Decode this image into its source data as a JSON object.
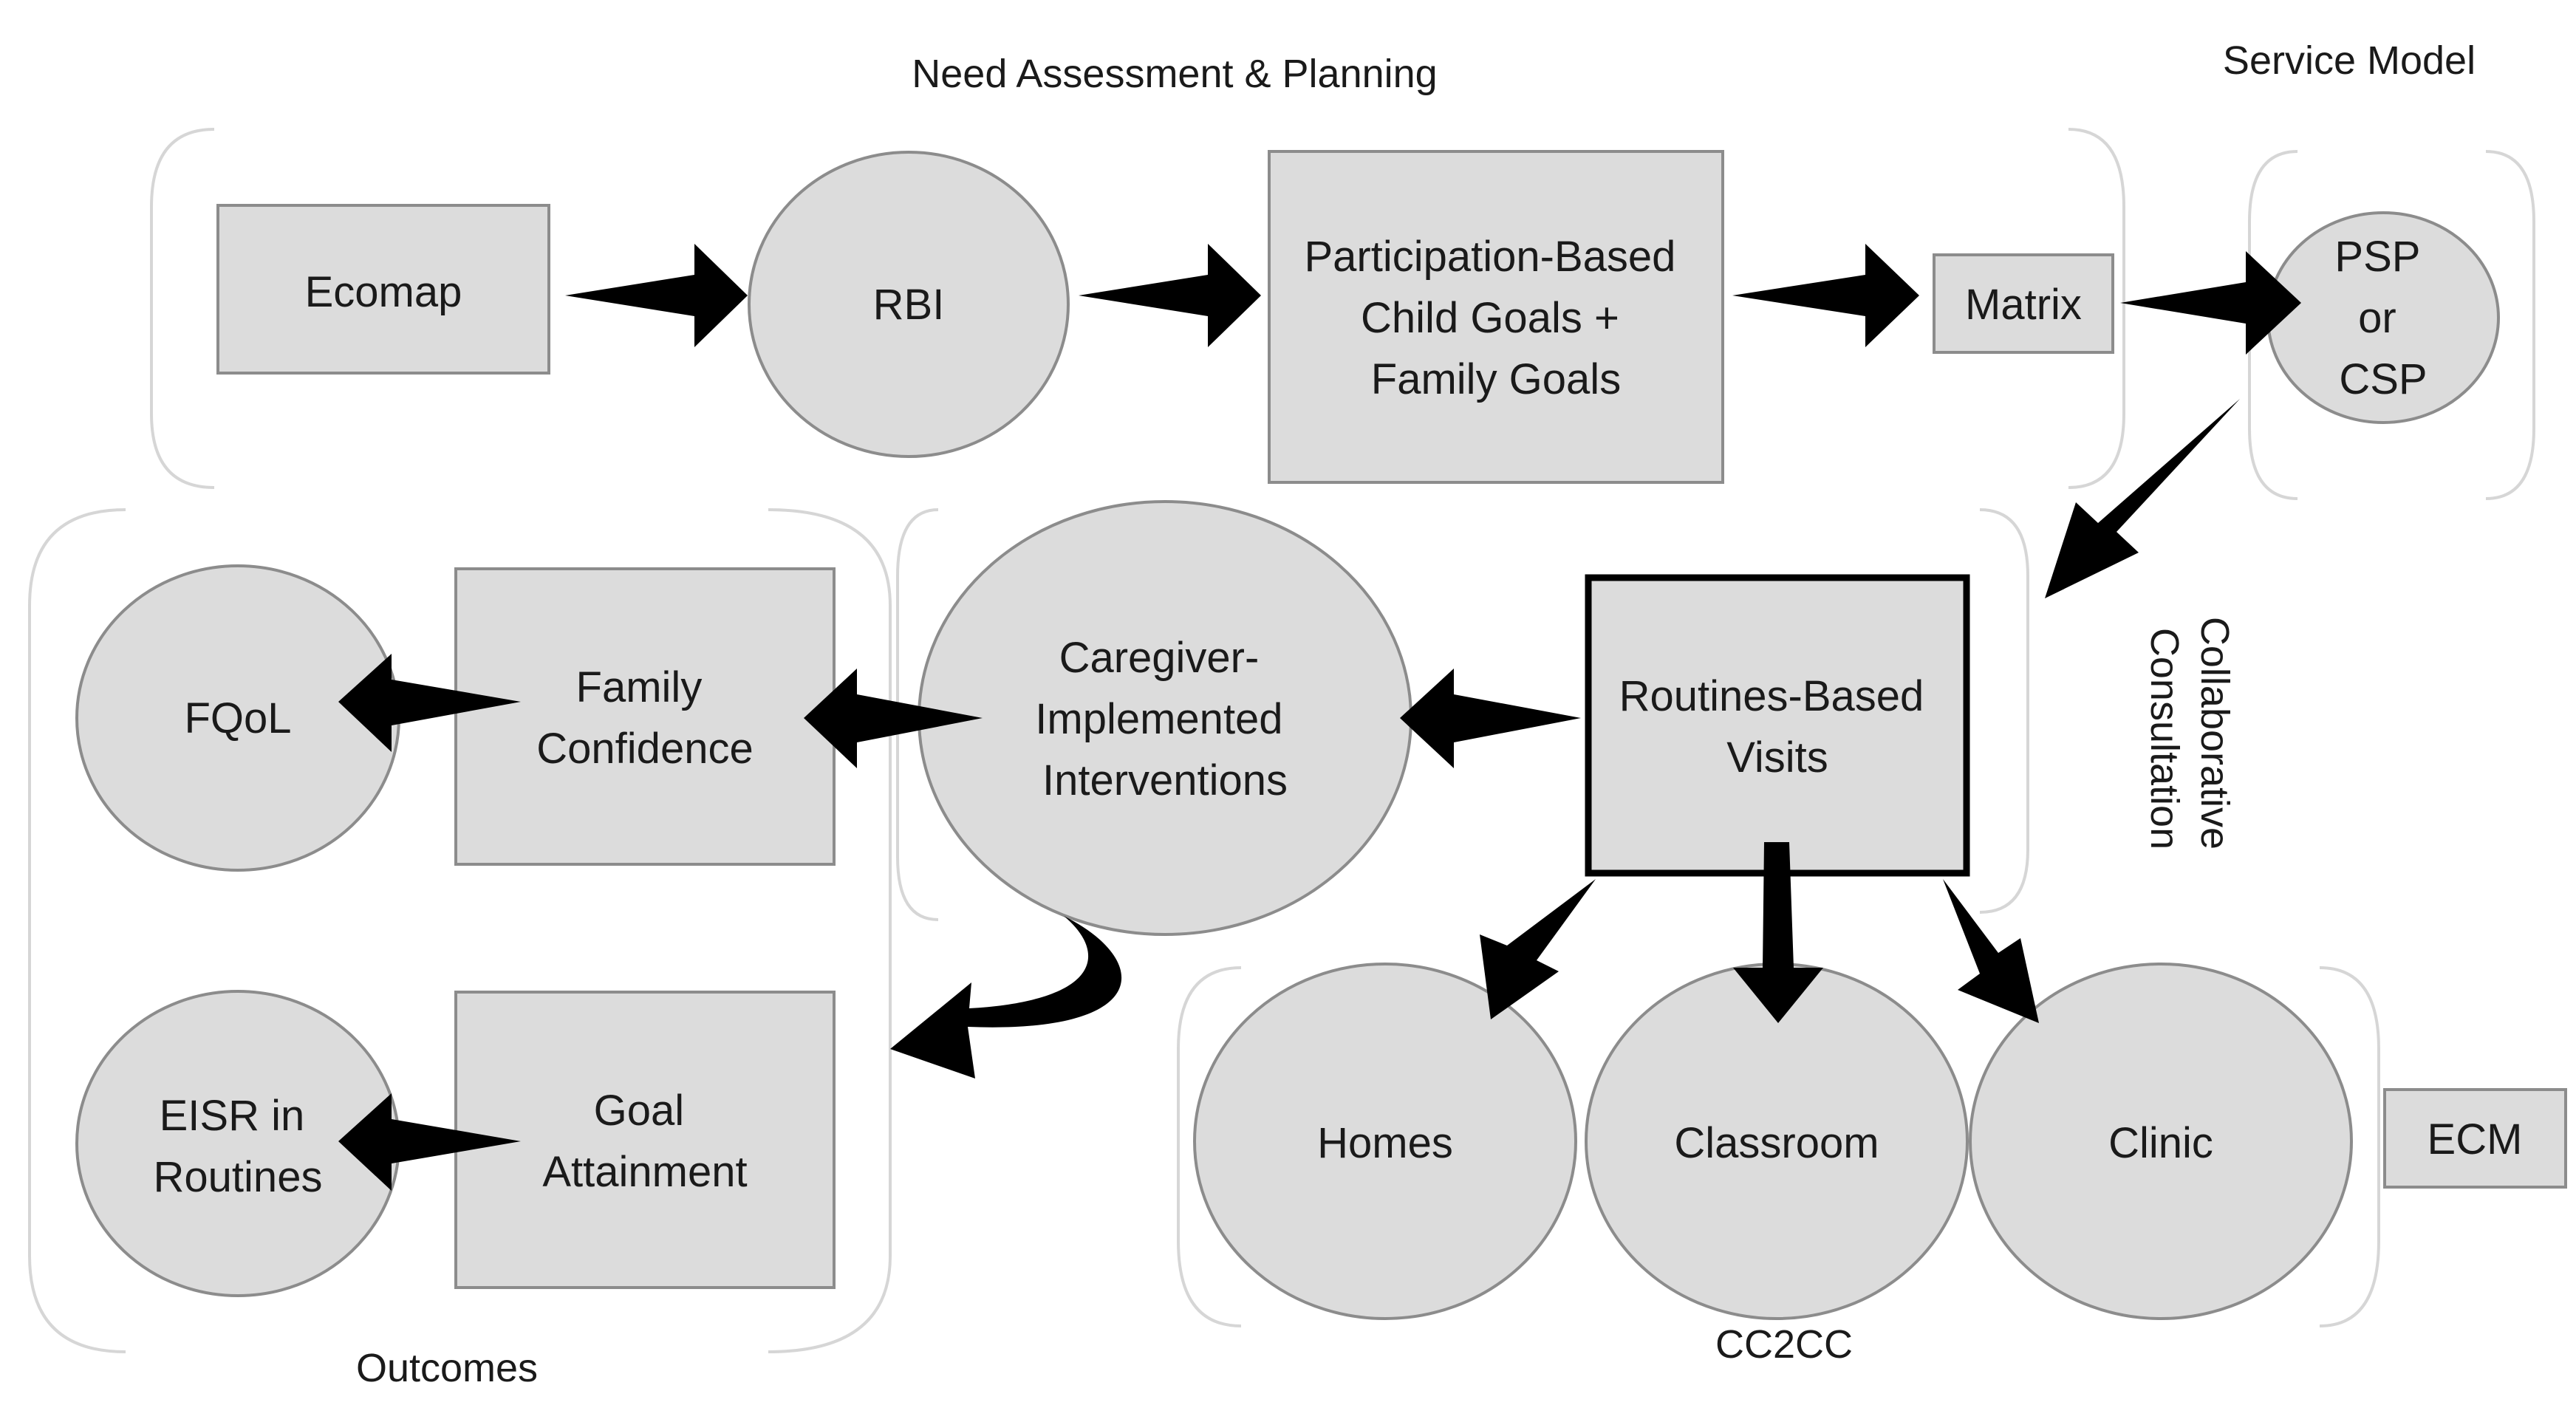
{
  "groups": {
    "need_assessment": "Need Assessment & Planning",
    "service_model": "Service Model",
    "outcomes": "Outcomes",
    "cc2cc": "CC2CC",
    "collaborative_consultation": [
      "Collaborative",
      "Consultation"
    ]
  },
  "nodes": {
    "ecomap": [
      "Ecomap"
    ],
    "rbi": [
      "RBI"
    ],
    "goals": [
      "Participation-Based",
      "Child Goals +",
      "Family Goals"
    ],
    "matrix": [
      "Matrix"
    ],
    "psp": [
      "PSP",
      "or",
      "CSP"
    ],
    "routines_visits": [
      "Routines-Based",
      "Visits"
    ],
    "caregiver": [
      "Caregiver-",
      "Implemented",
      "Interventions"
    ],
    "family_confidence": [
      "Family",
      "Confidence"
    ],
    "fqol": [
      "FQoL"
    ],
    "goal_attainment": [
      "Goal",
      "Attainment"
    ],
    "eisr": [
      "EISR in",
      "Routines"
    ],
    "homes": [
      "Homes"
    ],
    "classroom": [
      "Classroom"
    ],
    "clinic": [
      "Clinic"
    ],
    "ecm": [
      "ECM"
    ]
  }
}
